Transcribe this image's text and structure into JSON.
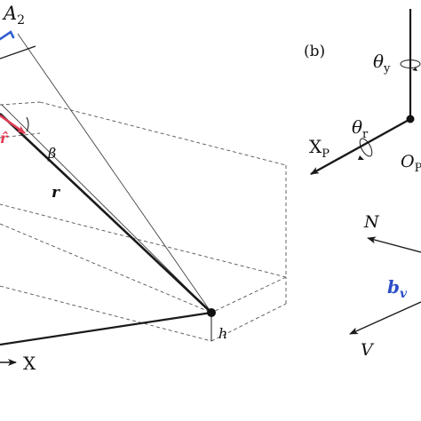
{
  "panel_b_label": "(b)",
  "left": {
    "a2_letter": "A",
    "a2_sub": "2",
    "beta": "β",
    "r_vector": "r",
    "r_hat": "r̂",
    "h": "h",
    "x_axis": "X"
  },
  "right": {
    "theta_y": "θ",
    "theta_y_sub": "y",
    "theta_r": "θ",
    "theta_r_sub": "r",
    "xp_letter": "X",
    "xp_sub": "P",
    "op_letter": "O",
    "op_sub": "P",
    "n_label": "N",
    "bv_letter": "b",
    "bv_sub": "v",
    "v_label": "V"
  },
  "colors": {
    "line": "#1a1a1a",
    "dashed": "#555555",
    "blue": "#2f5fd0",
    "red": "#e23c55",
    "label_blue": "#2b4fc7"
  }
}
